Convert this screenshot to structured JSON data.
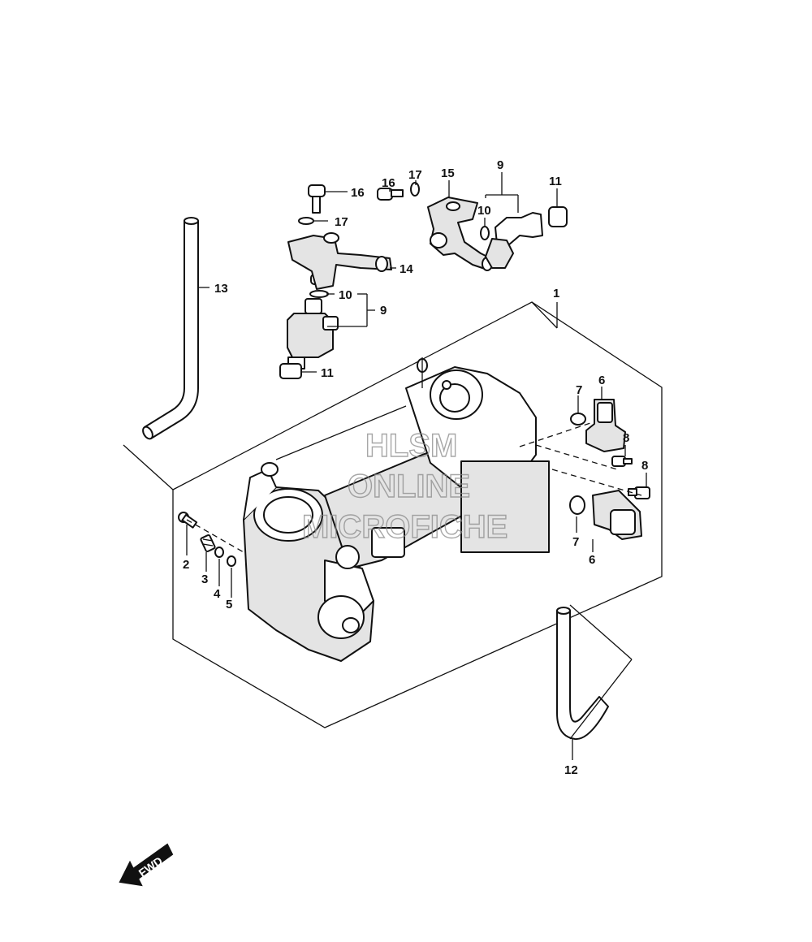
{
  "callouts": {
    "c1": "1",
    "c2": "2",
    "c3": "3",
    "c4": "4",
    "c5": "5",
    "c6a": "6",
    "c6b": "6",
    "c7a": "7",
    "c7b": "7",
    "c8a": "8",
    "c8b": "8",
    "c9a": "9",
    "c9b": "9",
    "c10a": "10",
    "c10b": "10",
    "c11a": "11",
    "c11b": "11",
    "c12": "12",
    "c13": "13",
    "c14": "14",
    "c15": "15",
    "c16a": "16",
    "c16b": "16",
    "c17a": "17",
    "c17b": "17"
  },
  "watermark": {
    "line1": "HLSM",
    "line2": "ONLINE",
    "line3": "MICROFICHE"
  },
  "fwd_label": "FWD",
  "colors": {
    "line": "#111111",
    "background": "#ffffff",
    "watermark": "#8a8a8a"
  }
}
